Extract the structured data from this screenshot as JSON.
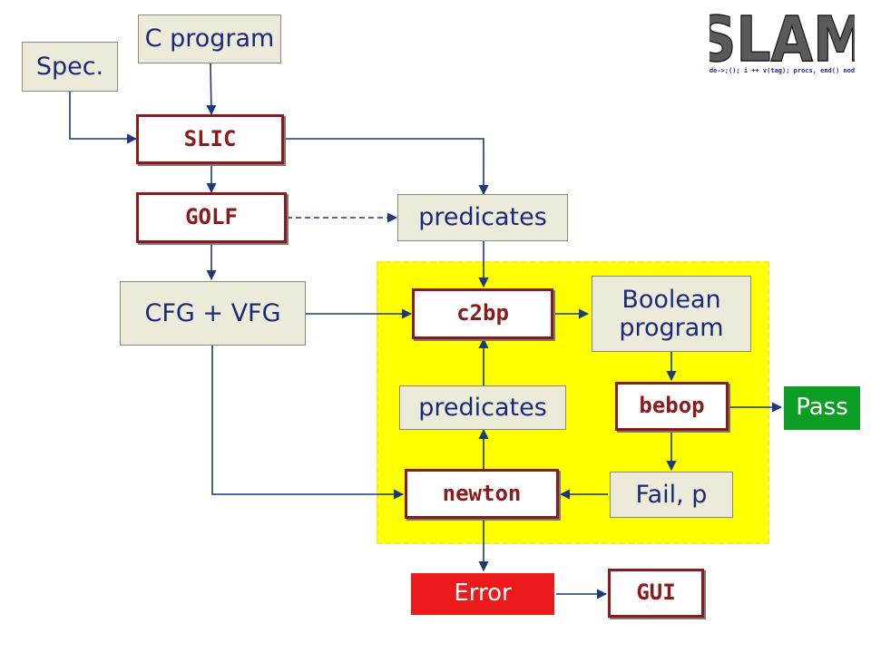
{
  "logo": {
    "title": "SLAM",
    "code_scribble": "if(node->;(); i ++ v(tag); procs, end() node){ ("
  },
  "nodes": {
    "c_program": "C program",
    "spec": "Spec.",
    "slic": "SLIC",
    "golf": "GOLF",
    "predicates_top": "predicates",
    "cfg_vfg": "CFG + VFG",
    "c2bp": "c2bp",
    "boolean_program_line1": "Boolean",
    "boolean_program_line2": "program",
    "bebop": "bebop",
    "pass": "Pass",
    "predicates_mid": "predicates",
    "newton": "newton",
    "fail_p": "Fail, p",
    "error": "Error",
    "gui": "GUI"
  },
  "colors": {
    "highlight_region": "#ffff00",
    "arrow": "#1b3a78",
    "tool_border": "#8b1a1a",
    "pass": "#0f9e25",
    "error": "#ec1a1a"
  }
}
